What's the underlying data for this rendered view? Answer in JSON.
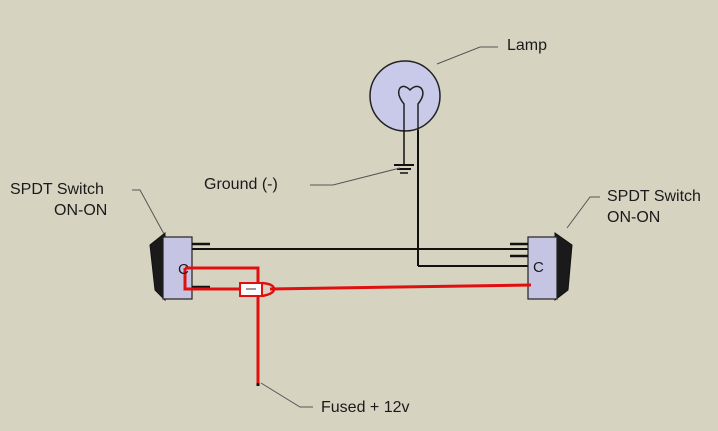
{
  "labels": {
    "lamp": "Lamp",
    "ground": "Ground  (-)",
    "switch_left_line1": "SPDT Switch",
    "switch_left_line2": "ON-ON",
    "switch_right_line1": "SPDT Switch",
    "switch_right_line2": "ON-ON",
    "fused": "Fused + 12v",
    "common_left": "C",
    "common_right": "C"
  },
  "colors": {
    "background": "#d6d4c1",
    "wire_black": "#111111",
    "wire_red": "#e01010",
    "lamp_fill": "#c9c9ea",
    "switch_body": "#c5c5e3",
    "leader": "#555555"
  },
  "icons": {
    "lamp": "lamp-bulb-icon",
    "ground": "ground-symbol-icon",
    "fuse": "fuse-icon"
  }
}
